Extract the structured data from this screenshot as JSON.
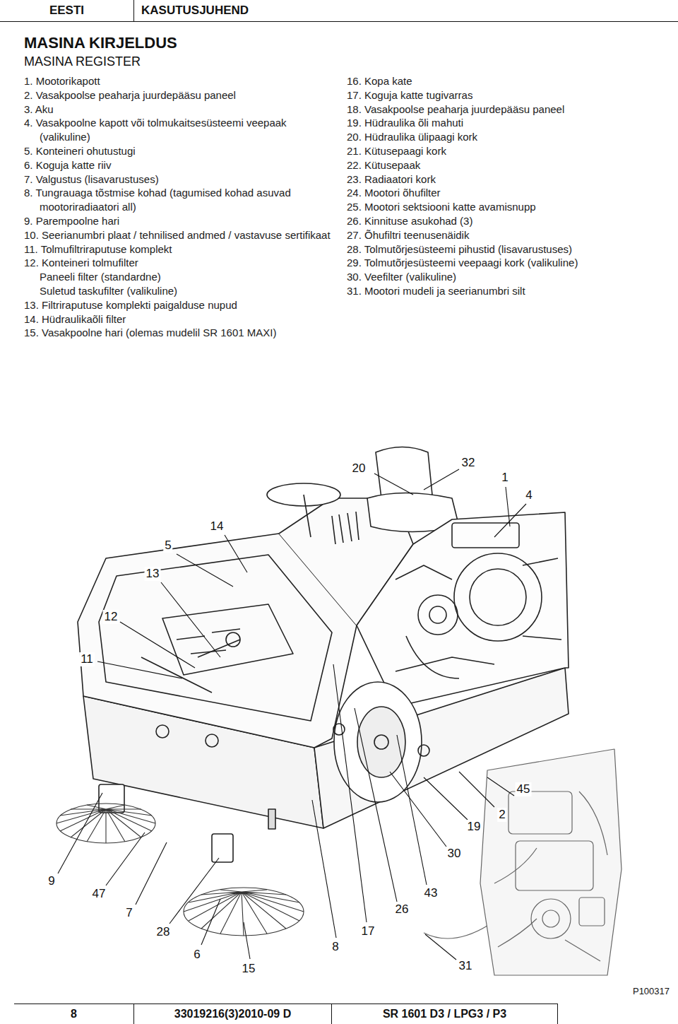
{
  "diagram": {
    "title": "MASINA KIRJELDUS",
    "nodes": [
      {
        "text": [
          "EESTI"
        ]
      },
      {
        "text": [
          "KASUTUSJUHEND"
        ]
      },
      {
        "text": [
          "8"
        ]
      },
      {
        "text": [
          "33019216(3)2010-09 D"
        ]
      },
      {
        "text": [
          "SR 1601 D3 / LPG3 / P3"
        ]
      }
    ],
    "labels": [
      "MASINA REGISTER",
      "1. Mootorikapott",
      "2. Vasakpoolse peaharja juurdepääsu paneel",
      "3. Aku",
      "4. Vasakpoolne kapott või tolmukaitsesüsteemi veepaak (valikuline)",
      "5. Konteineri ohutustugi",
      "6. Koguja katte riiv",
      "7. Valgustus (lisavarustuses)",
      "8. Tungrauaga tõstmise kohad (tagumised kohad asuvad mootoriradiaatori all)",
      "9. Parempoolne hari",
      "10. Seerianumbri plaat / tehnilised andmed / vastavuse sertifikaat",
      "11. Tolmufiltriraputuse komplekt",
      "12. Konteineri tolmufilter",
      "Paneeli filter (standardne)",
      "Suletud taskufilter (valikuline)",
      "13. Filtriraputuse komplekti paigalduse nupud",
      "14. Hüdraulikaõli filter",
      "15. Vasakpoolne hari (olemas mudelil SR 1601 MAXI)",
      "16. Kopa kate",
      "17. Koguja katte tugivarras",
      "18. Vasakpoolse peaharja juurdepääsu paneel",
      "19. Hüdraulika õli mahuti",
      "20. Hüdraulika ülipaagi kork",
      "21. Kütusepaagi kork",
      "22. Kütusepaak",
      "23. Radiaatori kork",
      "24. Mootori õhufilter",
      "25. Mootori sektsiooni katte avamisnupp",
      "26. Kinnituse asukohad (3)",
      "27. Õhufiltri teenusenäidik",
      "28. Tolmutõrjesüsteemi pihustid (lisavarustuses)",
      "29. Tolmutõrjesüsteemi veepaagi kork (valikuline)",
      "30. Veefilter (valikuline)",
      "31. Mootori mudeli ja seerianumbri silt",
      "20",
      "32",
      "1",
      "4",
      "14",
      "5",
      "13",
      "12",
      "11",
      "45",
      "19",
      "2",
      "30",
      "9",
      "47",
      "7",
      "43",
      "26",
      "28",
      "17",
      "6",
      "8",
      "15",
      "31",
      "P100317"
    ]
  }
}
